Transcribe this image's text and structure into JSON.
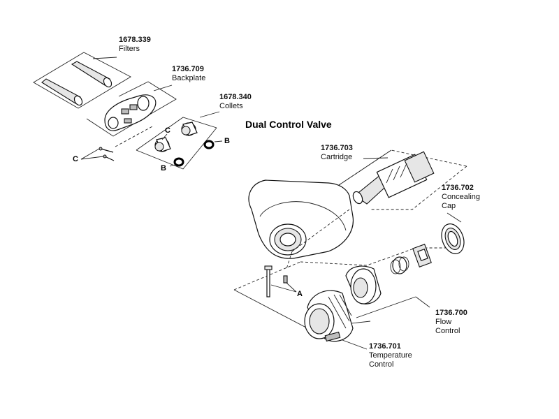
{
  "title": "Dual Control Valve",
  "parts": {
    "filters": {
      "number": "1678.339",
      "name": "Filters"
    },
    "backplate": {
      "number": "1736.709",
      "name": "Backplate"
    },
    "collets": {
      "number": "1678.340",
      "name": "Collets"
    },
    "cartridge": {
      "number": "1736.703",
      "name": "Cartridge"
    },
    "concealing_cap": {
      "number": "1736.702",
      "name_line1": "Concealing",
      "name_line2": "Cap"
    },
    "flow_control": {
      "number": "1736.700",
      "name_line1": "Flow",
      "name_line2": "Control"
    },
    "temperature_control": {
      "number": "1736.701",
      "name_line1": "Temperature",
      "name_line2": "Control"
    }
  },
  "callouts": {
    "a": "A",
    "b": "B",
    "c": "C"
  }
}
